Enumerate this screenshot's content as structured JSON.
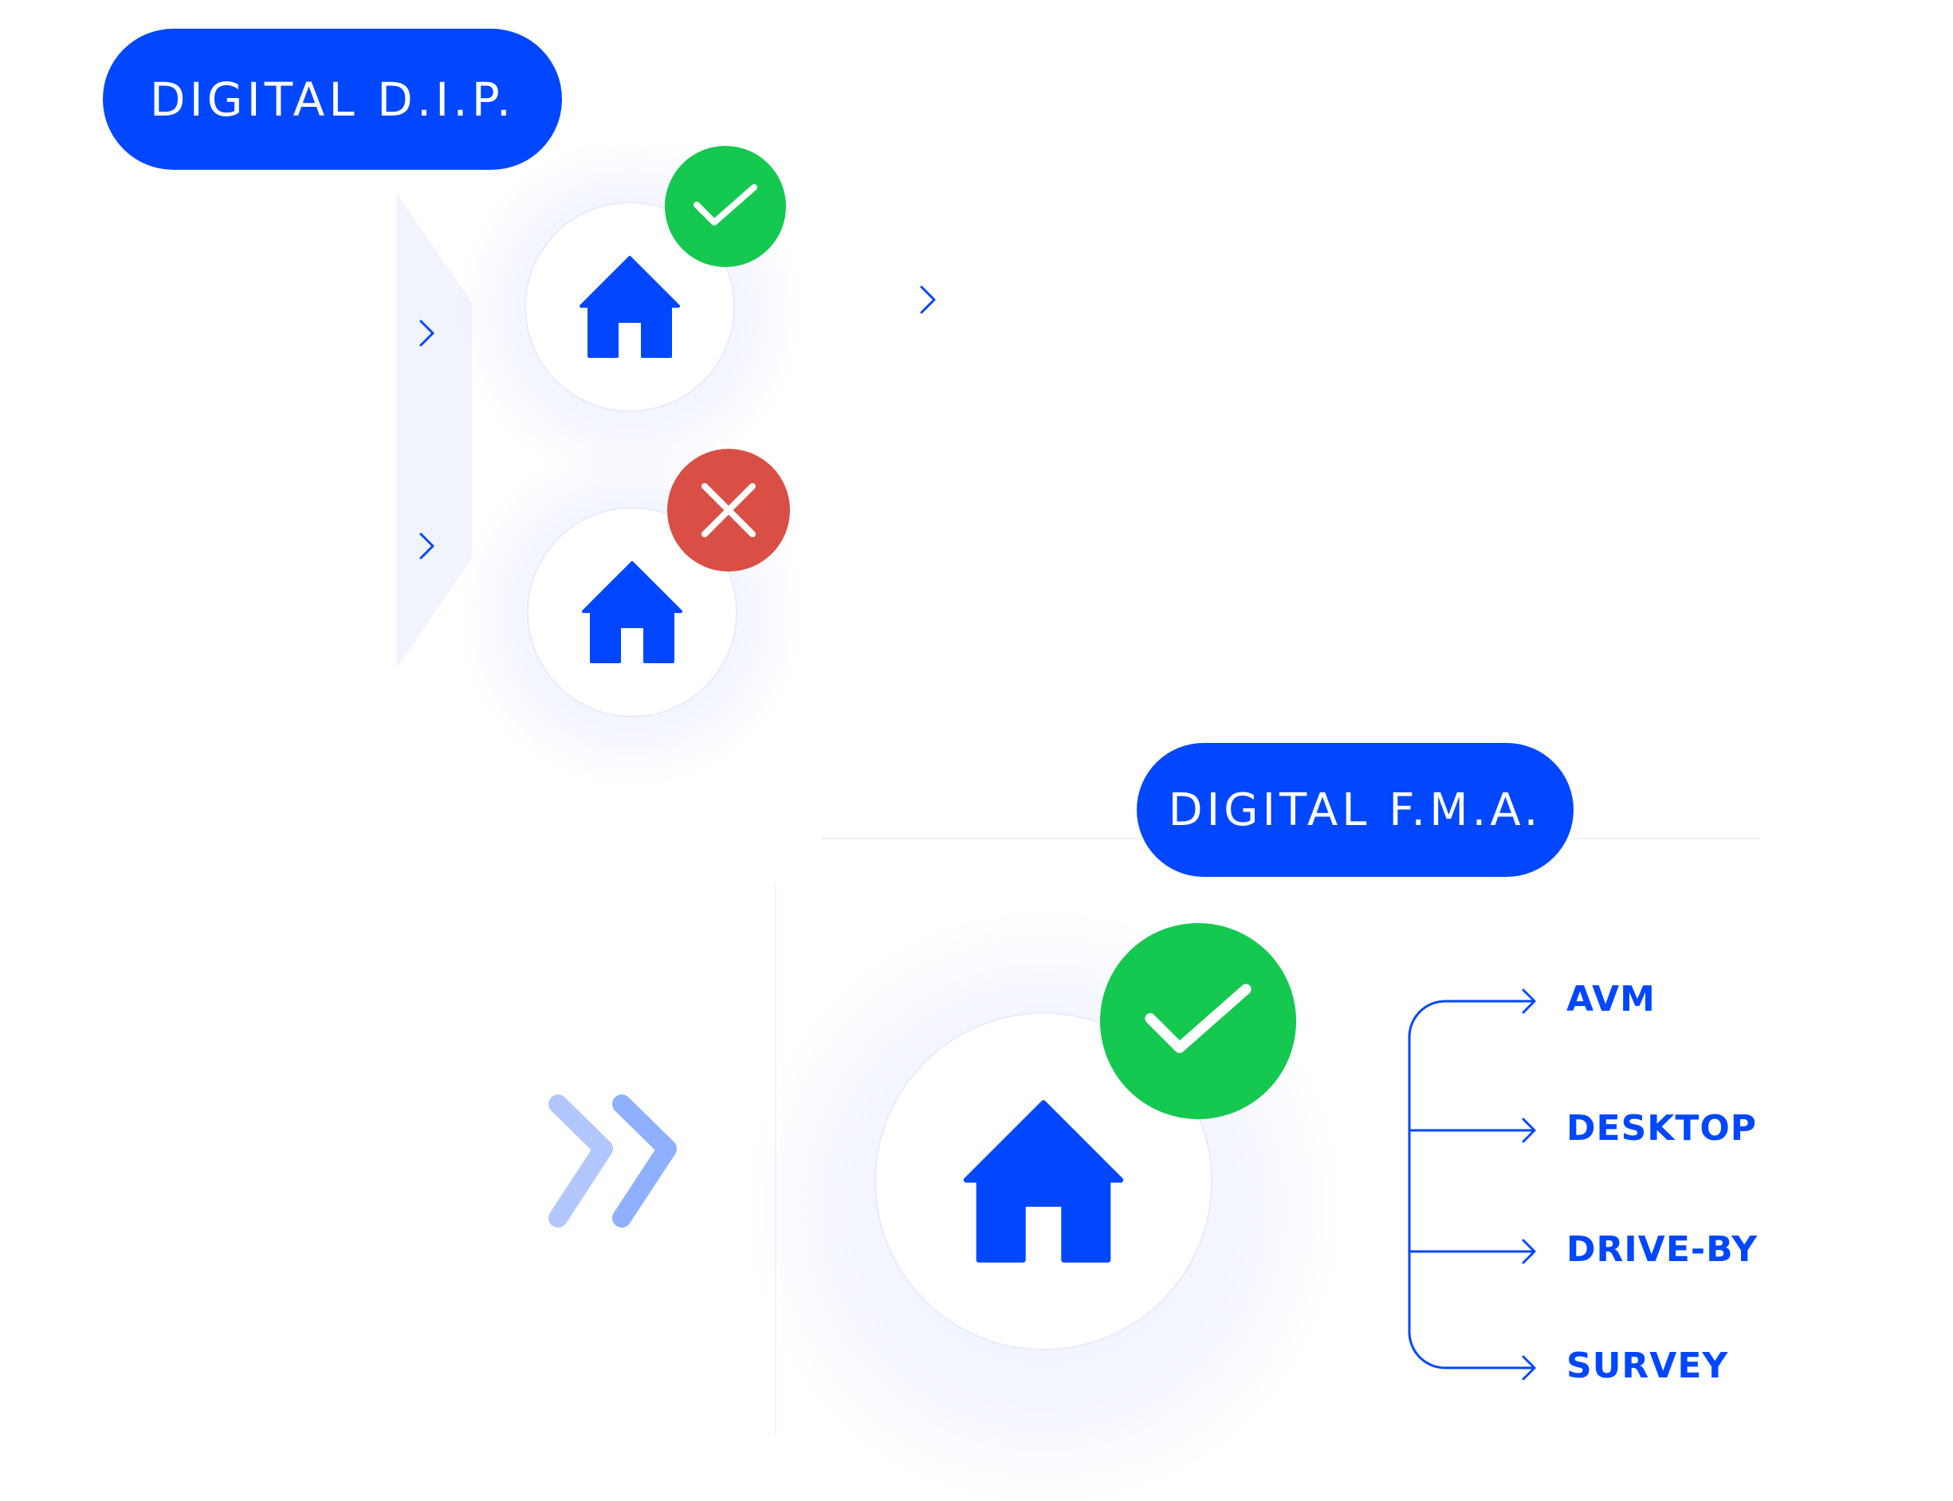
{
  "dip": {
    "title": "DIGITAL D.I.P.",
    "cases": [
      {
        "status": "approved",
        "icon": "check-icon",
        "color": "#15c84f"
      },
      {
        "status": "declined",
        "icon": "cross-icon",
        "color": "#d94f45"
      }
    ]
  },
  "fma": {
    "title": "DIGITAL F.M.A.",
    "status": "approved",
    "outcomes": [
      "AVM",
      "DESKTOP",
      "DRIVE-BY",
      "SURVEY"
    ]
  },
  "colors": {
    "brand_blue": "#0047ff",
    "success_green": "#15c84f",
    "error_red": "#d94f45",
    "chevron_light": "#aec4ff",
    "chevron_mid": "#8fb0ff",
    "funnel_fill": "#f1f4fd"
  },
  "icons": [
    "house-icon",
    "check-icon",
    "cross-icon",
    "arrow-right-icon",
    "double-chevron-icon"
  ]
}
